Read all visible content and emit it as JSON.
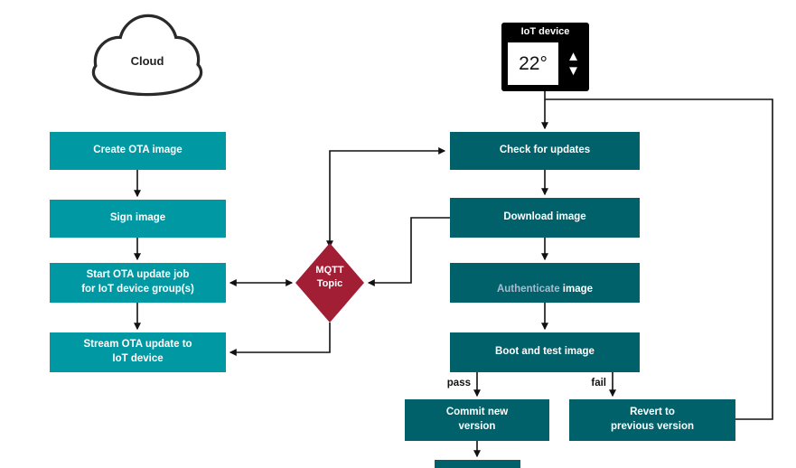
{
  "palette": {
    "cloud_box": "#0099A3",
    "device_box": "#00616B",
    "mqtt_diamond": "#A21E35",
    "line": "#111111",
    "authenticate_word": "#A9BACD"
  },
  "cloud": {
    "label": "Cloud"
  },
  "iot_device": {
    "label": "IoT device",
    "temperature": "22°",
    "up_icon": "▲",
    "down_icon": "▼"
  },
  "cloud_flow": {
    "create": "Create OTA image",
    "sign": "Sign image",
    "start": "Start OTA update job\nfor IoT device group(s)",
    "stream": "Stream OTA update to\nIoT device"
  },
  "mqtt": {
    "line1": "MQTT",
    "line2": "Topic"
  },
  "device_flow": {
    "check": "Check for updates",
    "download": "Download image",
    "authenticate_word": "Authenticate",
    "authenticate_rest": " image",
    "boot": "Boot and test image",
    "commit": "Commit new\nversion",
    "revert": "Revert to\nprevious version"
  },
  "branch_labels": {
    "pass": "pass",
    "fail": "fail"
  }
}
